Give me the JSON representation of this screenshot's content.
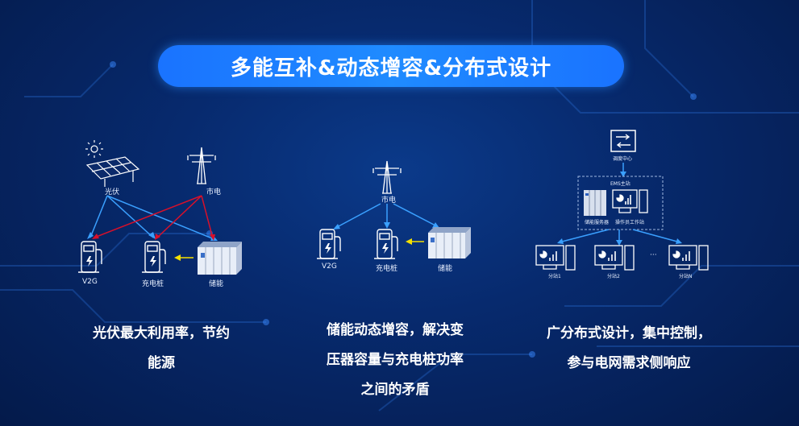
{
  "title": "多能互补&动态增容&分布式设计",
  "left": {
    "pv_label": "光伏",
    "grid_label": "市电",
    "v2g_label": "V2G",
    "charger_label": "充电桩",
    "storage_label": "储能",
    "caption_line1": "光伏最大利用率，节约",
    "caption_line2": "能源"
  },
  "middle": {
    "grid_label": "市电",
    "v2g_label": "V2G",
    "charger_label": "充电桩",
    "storage_label": "储能",
    "caption_line1": "储能动态增容，解决变",
    "caption_line2": "压器容量与充电桩功率",
    "caption_line3": "之间的矛盾"
  },
  "right": {
    "dispatch_label": "调度中心",
    "ems_label": "EMS主站",
    "server_label": "储能服务器",
    "workstation_label": "操作员工作站",
    "station1_label": "分站1",
    "station2_label": "分站2",
    "ellipsis": "···",
    "stationN_label": "分站N",
    "caption_line1": "广分布式设计，集中控制，",
    "caption_line2": "参与电网需求侧响应"
  },
  "colors": {
    "blue_line": "#3aa0ff",
    "red_line": "#d8102a",
    "yellow_arrow": "#f5e000",
    "title_bg": "#1a73ff"
  }
}
